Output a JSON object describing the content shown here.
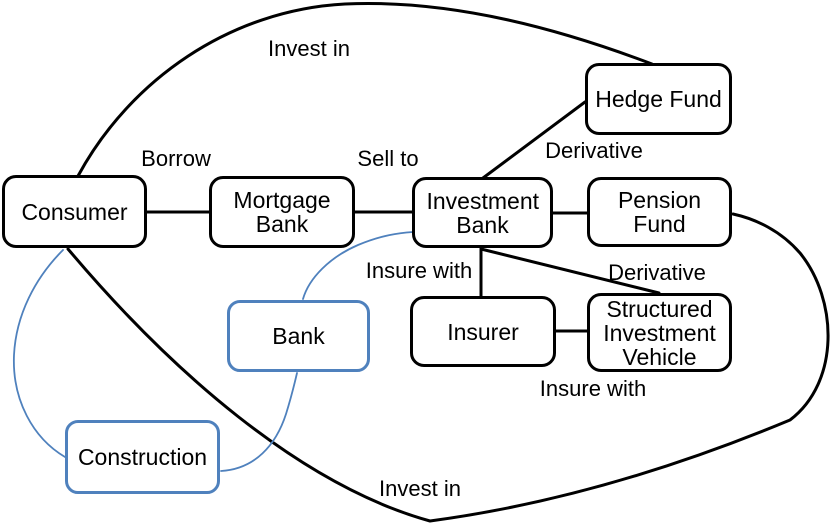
{
  "diagram": {
    "nodes": {
      "consumer": {
        "label": "Consumer",
        "style": "black"
      },
      "mortgage_bank": {
        "label": "Mortgage Bank",
        "style": "black"
      },
      "investment_bank": {
        "label": "Investment Bank",
        "style": "black"
      },
      "hedge_fund": {
        "label": "Hedge Fund",
        "style": "black"
      },
      "pension_fund": {
        "label": "Pension Fund",
        "style": "black"
      },
      "insurer": {
        "label": "Insurer",
        "style": "black"
      },
      "structured_investment_vehicle": {
        "label": "Structured Investment Vehicle",
        "style": "black"
      },
      "bank": {
        "label": "Bank",
        "style": "blue"
      },
      "construction": {
        "label": "Construction",
        "style": "blue"
      }
    },
    "edge_labels": {
      "invest_in_top": "Invest in",
      "borrow": "Borrow",
      "sell_to": "Sell to",
      "derivative_hedge_fund": "Derivative",
      "insure_with_insurer": "Insure with",
      "derivative_siv": "Derivative",
      "insure_with_siv": "Insure with",
      "invest_in_bottom": "Invest in"
    },
    "edges": [
      {
        "from": "Consumer",
        "to": "Mortgage Bank",
        "label": "Borrow",
        "color": "black"
      },
      {
        "from": "Mortgage Bank",
        "to": "Investment Bank",
        "label": "Sell to",
        "color": "black"
      },
      {
        "from": "Investment Bank",
        "to": "Pension Fund",
        "label": "",
        "color": "black"
      },
      {
        "from": "Investment Bank",
        "to": "Hedge Fund",
        "label": "Derivative",
        "color": "black"
      },
      {
        "from": "Investment Bank",
        "to": "Insurer",
        "label": "Insure with",
        "color": "black"
      },
      {
        "from": "Investment Bank",
        "to": "Structured Investment Vehicle",
        "label": "Derivative",
        "color": "black"
      },
      {
        "from": "Insurer",
        "to": "Structured Investment Vehicle",
        "label": "Insure with",
        "color": "black"
      },
      {
        "from": "Consumer",
        "to": "Hedge Fund",
        "label": "Invest in",
        "color": "black"
      },
      {
        "from": "Consumer",
        "to": "Pension Fund",
        "label": "Invest in",
        "color": "black"
      },
      {
        "from": "Consumer",
        "to": "Construction",
        "label": "",
        "color": "blue"
      },
      {
        "from": "Construction",
        "to": "Bank",
        "label": "",
        "color": "blue"
      },
      {
        "from": "Bank",
        "to": "Investment Bank",
        "label": "",
        "color": "blue"
      }
    ],
    "colors": {
      "edge_black": "#000000",
      "edge_blue": "#4f81bd",
      "background": "#ffffff",
      "text": "#000000"
    }
  }
}
